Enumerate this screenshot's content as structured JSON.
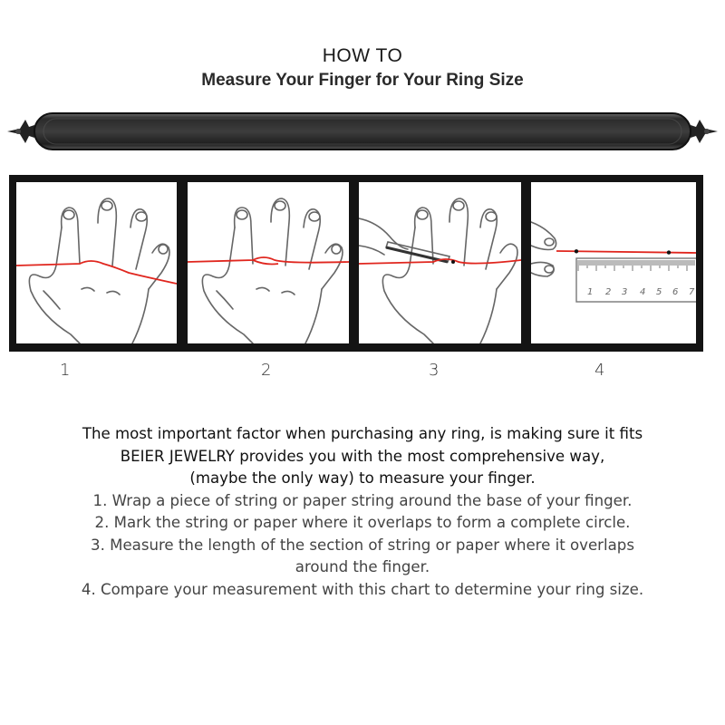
{
  "header": {
    "title": "HOW  TO",
    "subtitle": "Measure Your Finger for Your Ring Size"
  },
  "steps_panels": {
    "labels": [
      "1",
      "2",
      "3",
      "4"
    ],
    "ruler_ticks": [
      "1",
      "2",
      "3",
      "4",
      "5",
      "6",
      "7"
    ],
    "string_color": "#e0261e"
  },
  "intro": {
    "line1": "The most important factor when purchasing any ring, is making sure it fits",
    "line2": "BEIER JEWELRY provides you with the most comprehensive way,",
    "line3": "(maybe the only way) to measure your finger."
  },
  "instructions": {
    "step1": "1. Wrap a piece of string or paper string around the base of your finger.",
    "step2": "2. Mark the string or paper where it overlaps to form a complete circle.",
    "step3a": "3. Measure the length of the section of string or paper where it overlaps",
    "step3b": "around the finger.",
    "step4": "4. Compare your measurement with this chart to determine your ring size."
  }
}
